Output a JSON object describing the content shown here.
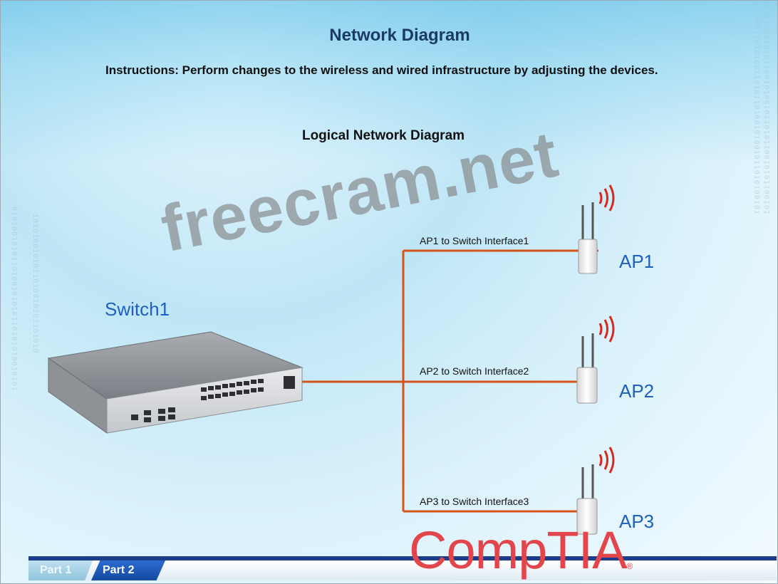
{
  "header": {
    "title": "Network Diagram",
    "instructions": "Instructions: Perform changes to the wireless and wired infrastructure by adjusting the devices."
  },
  "diagram": {
    "title": "Logical Network Diagram",
    "switch_label": "Switch1",
    "links": [
      {
        "label": "AP1 to Switch Interface1"
      },
      {
        "label": "AP2 to Switch Interface2"
      },
      {
        "label": "AP3 to Switch Interface3"
      }
    ],
    "access_points": [
      {
        "label": "AP1"
      },
      {
        "label": "AP2"
      },
      {
        "label": "AP3"
      }
    ],
    "link_color": "#d6541c"
  },
  "watermark": "freecram.net",
  "brand": "CompTIA",
  "tabs": [
    {
      "label": "Part 1"
    },
    {
      "label": "Part 2"
    }
  ],
  "colors": {
    "title": "#1b3a66",
    "device_label": "#1f5fbf",
    "brand": "#e2464c",
    "active_tab": "#1c3d8a"
  }
}
